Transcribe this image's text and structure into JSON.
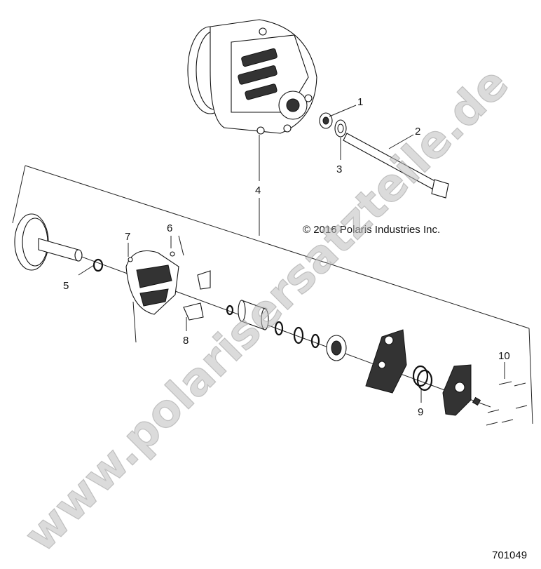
{
  "diagram": {
    "callouts": [
      {
        "id": "c1",
        "label": "1"
      },
      {
        "id": "c2",
        "label": "2"
      },
      {
        "id": "c3",
        "label": "3"
      },
      {
        "id": "c4",
        "label": "4"
      },
      {
        "id": "c5",
        "label": "5"
      },
      {
        "id": "c6",
        "label": "6"
      },
      {
        "id": "c7",
        "label": "7"
      },
      {
        "id": "c8",
        "label": "8"
      },
      {
        "id": "c9",
        "label": "9"
      },
      {
        "id": "c10",
        "label": "10"
      }
    ],
    "copyright": "© 2016 Polaris Industries Inc.",
    "drawing_number": "701049",
    "watermark": "www.polarisersatzteile.de"
  }
}
